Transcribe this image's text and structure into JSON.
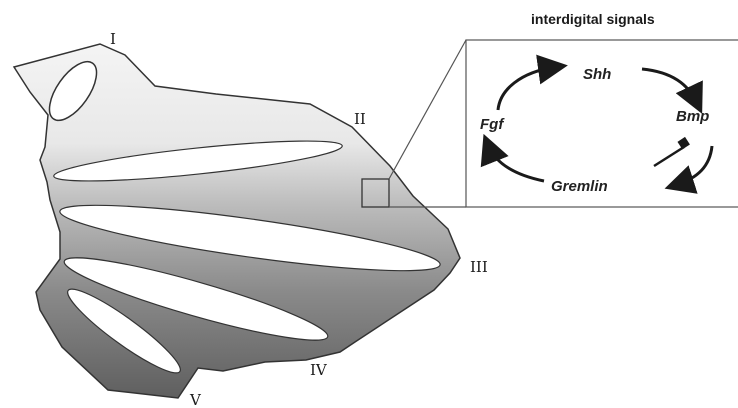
{
  "title": "interdigital signals",
  "digits": {
    "d1": "I",
    "d2": "II",
    "d3": "III",
    "d4": "IV",
    "d5": "V"
  },
  "genes": {
    "shh": "Shh",
    "bmp": "Bmp",
    "gremlin": "Gremlin",
    "fgf": "Fgf"
  },
  "colors": {
    "limb_light": "#eeeeee",
    "limb_dark": "#6a6a6a",
    "outline": "#333333",
    "arrow": "#1a1a1a"
  }
}
